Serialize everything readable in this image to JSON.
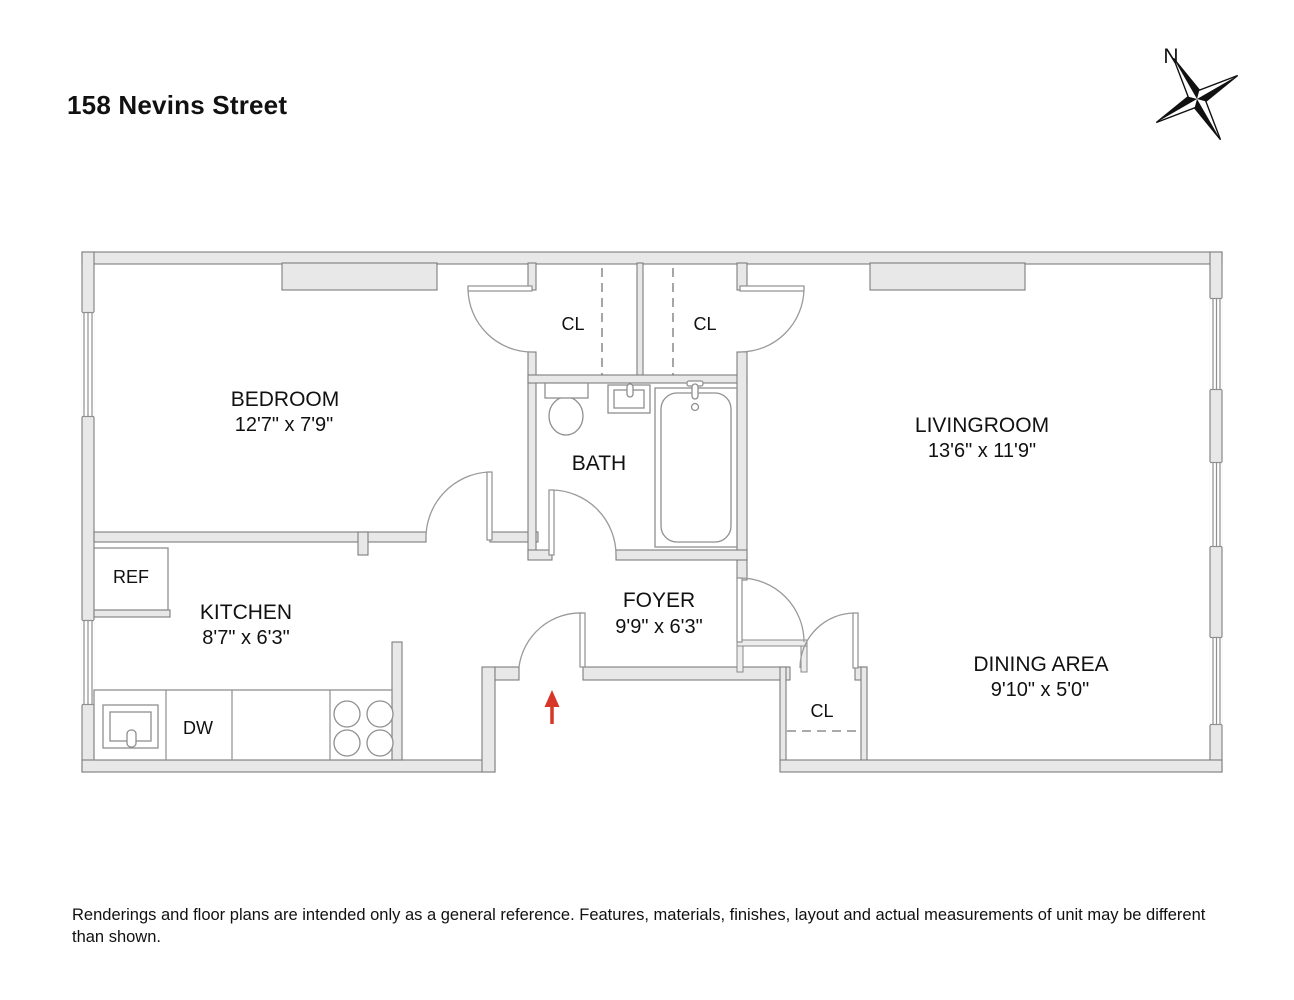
{
  "title": "158 Nevins Street",
  "compass": {
    "north_label": "N"
  },
  "rooms": {
    "bedroom": {
      "name": "BEDROOM",
      "dims": "12'7\" x 7'9\""
    },
    "kitchen": {
      "name": "KITCHEN",
      "dims": "8'7\" x 6'3\""
    },
    "bath": {
      "name": "BATH"
    },
    "foyer": {
      "name": "FOYER",
      "dims": "9'9\" x 6'3\""
    },
    "livingroom": {
      "name": "LIVINGROOM",
      "dims": "13'6\" x 11'9\""
    },
    "dining_area": {
      "name": "DINING AREA",
      "dims": "9'10\" x 5'0\""
    }
  },
  "closets": {
    "bedroom_closet": {
      "label": "CL"
    },
    "hall_closet": {
      "label": "CL"
    },
    "foyer_closet": {
      "label": "CL"
    }
  },
  "appliances": {
    "refrigerator": {
      "label": "REF"
    },
    "dishwasher": {
      "label": "DW"
    }
  },
  "footer": {
    "disclaimer": "Renderings and floor plans are intended only as a general reference. Features, materials, finishes, layout and actual measurements of unit may be different than shown."
  },
  "colors": {
    "wall_fill": "#e8e8e8",
    "wall_stroke": "#7d7d7d",
    "thin_line": "#8f8f8f",
    "text": "#111111",
    "entry_arrow": "#d63728"
  }
}
